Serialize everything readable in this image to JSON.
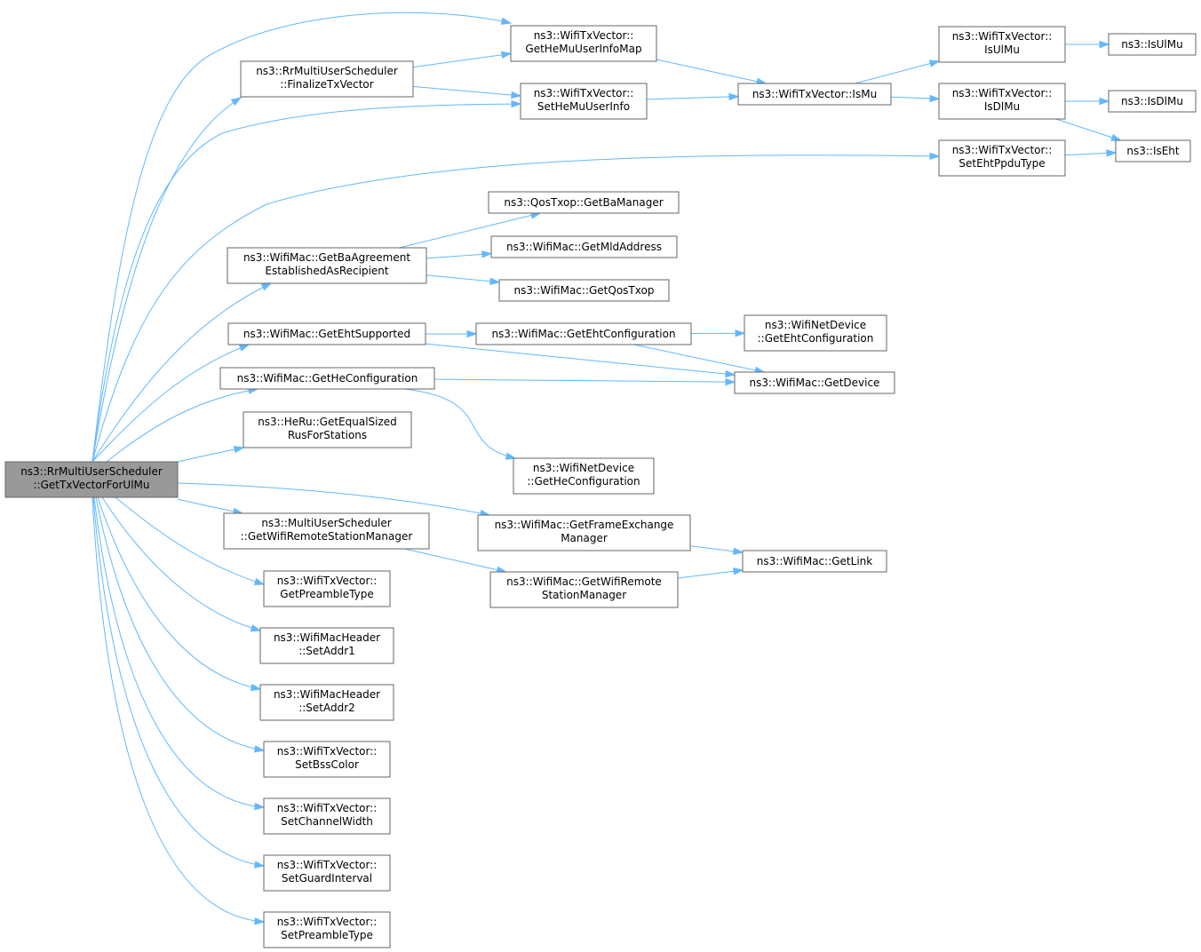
{
  "colors": {
    "edge": "#63b8ff",
    "node_border": "#666666",
    "root_fill": "#999999",
    "node_fill": "#ffffff"
  },
  "nodes": [
    {
      "id": "root",
      "lines": [
        "ns3::RrMultiUserScheduler",
        "::GetTxVectorForUlMu"
      ]
    },
    {
      "id": "finalize",
      "lines": [
        "ns3::RrMultiUserScheduler",
        "::FinalizeTxVector"
      ]
    },
    {
      "id": "getHeMuUserInfoMap",
      "lines": [
        "ns3::WifiTxVector::",
        "GetHeMuUserInfoMap"
      ]
    },
    {
      "id": "setHeMuUserInfo",
      "lines": [
        "ns3::WifiTxVector::",
        "SetHeMuUserInfo"
      ]
    },
    {
      "id": "isMu",
      "lines": [
        "ns3::WifiTxVector::IsMu"
      ]
    },
    {
      "id": "isUlMuTx",
      "lines": [
        "ns3::WifiTxVector::",
        "IsUlMu"
      ]
    },
    {
      "id": "isDlMuTx",
      "lines": [
        "ns3::WifiTxVector::",
        "IsDlMu"
      ]
    },
    {
      "id": "isUlMu",
      "lines": [
        "ns3::IsUlMu"
      ]
    },
    {
      "id": "isDlMu",
      "lines": [
        "ns3::IsDlMu"
      ]
    },
    {
      "id": "isEht",
      "lines": [
        "ns3::IsEht"
      ]
    },
    {
      "id": "setEhtPpduType",
      "lines": [
        "ns3::WifiTxVector::",
        "SetEhtPpduType"
      ]
    },
    {
      "id": "getBaManager",
      "lines": [
        "ns3::QosTxop::GetBaManager"
      ]
    },
    {
      "id": "getMldAddress",
      "lines": [
        "ns3::WifiMac::GetMldAddress"
      ]
    },
    {
      "id": "getQosTxop",
      "lines": [
        "ns3::WifiMac::GetQosTxop"
      ]
    },
    {
      "id": "getBaAgreement",
      "lines": [
        "ns3::WifiMac::GetBaAgreement",
        "EstablishedAsRecipient"
      ]
    },
    {
      "id": "getEhtSupported",
      "lines": [
        "ns3::WifiMac::GetEhtSupported"
      ]
    },
    {
      "id": "macGetEhtConfig",
      "lines": [
        "ns3::WifiMac::GetEhtConfiguration"
      ]
    },
    {
      "id": "devGetEhtConfig",
      "lines": [
        "ns3::WifiNetDevice",
        "::GetEhtConfiguration"
      ]
    },
    {
      "id": "getDevice",
      "lines": [
        "ns3::WifiMac::GetDevice"
      ]
    },
    {
      "id": "macGetHeConfig",
      "lines": [
        "ns3::WifiMac::GetHeConfiguration"
      ]
    },
    {
      "id": "devGetHeConfig",
      "lines": [
        "ns3::WifiNetDevice",
        "::GetHeConfiguration"
      ]
    },
    {
      "id": "getEqualSizedRus",
      "lines": [
        "ns3::HeRu::GetEqualSized",
        "RusForStations"
      ]
    },
    {
      "id": "getFrameExchange",
      "lines": [
        "ns3::WifiMac::GetFrameExchange",
        "Manager"
      ]
    },
    {
      "id": "getLink",
      "lines": [
        "ns3::WifiMac::GetLink"
      ]
    },
    {
      "id": "musGetWrsm",
      "lines": [
        "ns3::MultiUserScheduler",
        "::GetWifiRemoteStationManager"
      ]
    },
    {
      "id": "macGetWrsm",
      "lines": [
        "ns3::WifiMac::GetWifiRemote",
        "StationManager"
      ]
    },
    {
      "id": "getPreambleType",
      "lines": [
        "ns3::WifiTxVector::",
        "GetPreambleType"
      ]
    },
    {
      "id": "setAddr1",
      "lines": [
        "ns3::WifiMacHeader",
        "::SetAddr1"
      ]
    },
    {
      "id": "setAddr2",
      "lines": [
        "ns3::WifiMacHeader",
        "::SetAddr2"
      ]
    },
    {
      "id": "setBssColor",
      "lines": [
        "ns3::WifiTxVector::",
        "SetBssColor"
      ]
    },
    {
      "id": "setChannelWidth",
      "lines": [
        "ns3::WifiTxVector::",
        "SetChannelWidth"
      ]
    },
    {
      "id": "setGuardInterval",
      "lines": [
        "ns3::WifiTxVector::",
        "SetGuardInterval"
      ]
    },
    {
      "id": "setPreambleType",
      "lines": [
        "ns3::WifiTxVector::",
        "SetPreambleType"
      ]
    }
  ],
  "edges": [
    [
      "root",
      "getHeMuUserInfoMap"
    ],
    [
      "root",
      "finalize"
    ],
    [
      "root",
      "setHeMuUserInfo"
    ],
    [
      "root",
      "setEhtPpduType"
    ],
    [
      "root",
      "getBaAgreement"
    ],
    [
      "root",
      "getEhtSupported"
    ],
    [
      "root",
      "macGetHeConfig"
    ],
    [
      "root",
      "getEqualSizedRus"
    ],
    [
      "root",
      "getFrameExchange"
    ],
    [
      "root",
      "musGetWrsm"
    ],
    [
      "root",
      "getPreambleType"
    ],
    [
      "root",
      "setAddr1"
    ],
    [
      "root",
      "setAddr2"
    ],
    [
      "root",
      "setBssColor"
    ],
    [
      "root",
      "setChannelWidth"
    ],
    [
      "root",
      "setGuardInterval"
    ],
    [
      "root",
      "setPreambleType"
    ],
    [
      "finalize",
      "getHeMuUserInfoMap"
    ],
    [
      "finalize",
      "setHeMuUserInfo"
    ],
    [
      "getHeMuUserInfoMap",
      "isMu"
    ],
    [
      "setHeMuUserInfo",
      "isMu"
    ],
    [
      "isMu",
      "isUlMuTx"
    ],
    [
      "isMu",
      "isDlMuTx"
    ],
    [
      "isUlMuTx",
      "isUlMu"
    ],
    [
      "isDlMuTx",
      "isDlMu"
    ],
    [
      "isDlMuTx",
      "isEht"
    ],
    [
      "setEhtPpduType",
      "isEht"
    ],
    [
      "getBaAgreement",
      "getBaManager"
    ],
    [
      "getBaAgreement",
      "getMldAddress"
    ],
    [
      "getBaAgreement",
      "getQosTxop"
    ],
    [
      "getEhtSupported",
      "macGetEhtConfig"
    ],
    [
      "getEhtSupported",
      "getDevice"
    ],
    [
      "macGetEhtConfig",
      "devGetEhtConfig"
    ],
    [
      "macGetEhtConfig",
      "getDevice"
    ],
    [
      "macGetHeConfig",
      "getDevice"
    ],
    [
      "macGetHeConfig",
      "devGetHeConfig"
    ],
    [
      "getFrameExchange",
      "getLink"
    ],
    [
      "musGetWrsm",
      "macGetWrsm"
    ],
    [
      "macGetWrsm",
      "getLink"
    ]
  ]
}
